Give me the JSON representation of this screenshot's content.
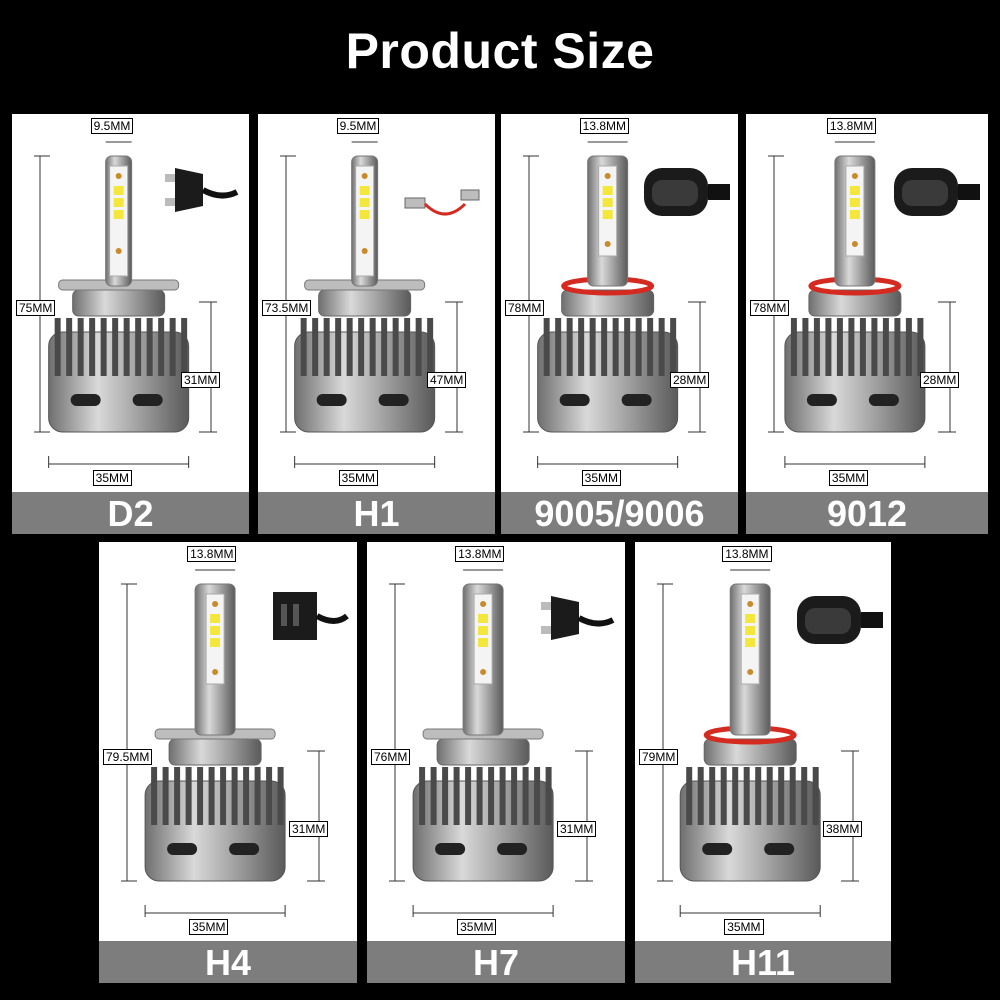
{
  "title": "Product Size",
  "bulbs": [
    {
      "name": "D2",
      "top": "9.5MM",
      "height": "75MM",
      "base": "31MM",
      "width": "35MM",
      "connector": "h4-plug"
    },
    {
      "name": "H1",
      "top": "9.5MM",
      "height": "73.5MM",
      "base": "47MM",
      "width": "35MM",
      "connector": "h1-wire"
    },
    {
      "name": "9005/9006",
      "top": "13.8MM",
      "height": "78MM",
      "base": "28MM",
      "width": "35MM",
      "connector": "socket-plug"
    },
    {
      "name": "9012",
      "top": "13.8MM",
      "height": "78MM",
      "base": "28MM",
      "width": "35MM",
      "connector": "socket-plug"
    },
    {
      "name": "H4",
      "top": "13.8MM",
      "height": "79.5MM",
      "base": "31MM",
      "width": "35MM",
      "connector": "h4-square-plug"
    },
    {
      "name": "H7",
      "top": "13.8MM",
      "height": "76MM",
      "base": "31MM",
      "width": "35MM",
      "connector": "h4-plug"
    },
    {
      "name": "H11",
      "top": "13.8MM",
      "height": "79MM",
      "base": "38MM",
      "width": "35MM",
      "connector": "socket-plug"
    }
  ]
}
